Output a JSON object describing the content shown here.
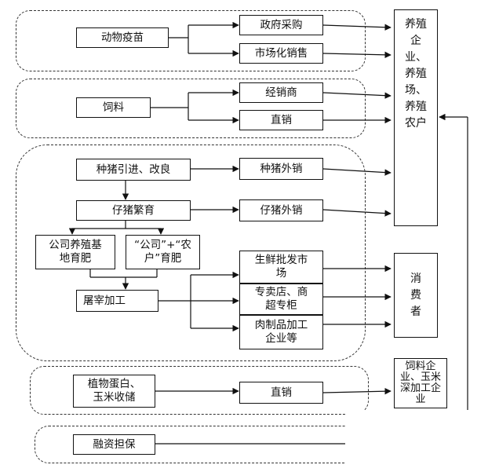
{
  "nodes": {
    "animal_vaccine": "动物疫苗",
    "gov_procurement": "政府采购",
    "market_sales": "市场化销售",
    "feed": "饲料",
    "distributor": "经销商",
    "direct_sales_feed": "直销",
    "breeding_intro": "种猪引进、改良",
    "breeding_export": "种猪外销",
    "piglet_breeding": "仔猪繁育",
    "piglet_export": "仔猪外销",
    "company_base": "公司养殖基\n地育肥",
    "company_farmer": "“公司”+“农\n户”育肥",
    "slaughter": "屠宰加工",
    "fresh_market": "生鲜批发市\n场",
    "specialty_store": "专卖店、商\n超专柜",
    "meat_processing": "肉制品加工\n企业等",
    "plant_protein": "植物蛋白、\n玉米收储",
    "direct_sales_plant": "直销",
    "financing": "融资担保",
    "breeding_enterprise": "养殖企业、养殖场、养殖农户",
    "consumer": "消费者",
    "feed_corn_enterprise": "饲料企业、玉米深加工企业"
  }
}
